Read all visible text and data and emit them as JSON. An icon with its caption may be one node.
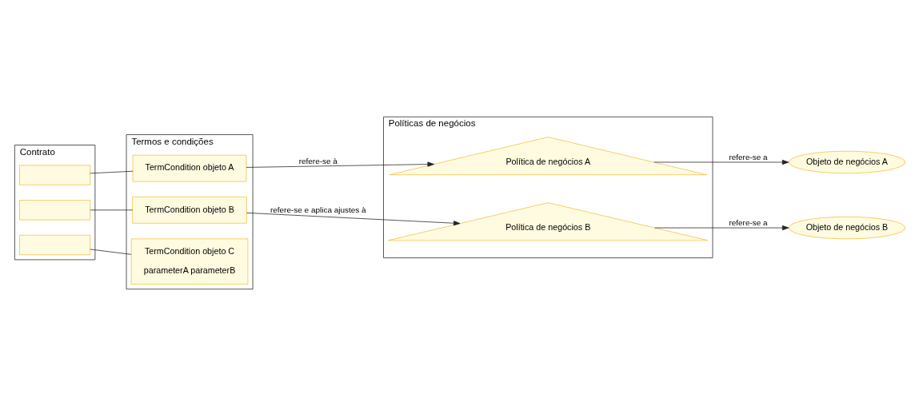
{
  "diagram": {
    "nodes": [
      {
        "text": [
          "Contrato"
        ]
      },
      {
        "text": [],
        "shape": "box",
        "in": 0
      },
      {
        "text": [],
        "shape": "box",
        "in": 0
      },
      {
        "text": [],
        "shape": "box",
        "in": 0
      },
      {
        "text": [
          "Termos e condições"
        ]
      },
      {
        "text": [
          "TermCondition objeto A"
        ],
        "in": 4
      },
      {
        "text": [
          "TermCondition objeto B"
        ],
        "in": 4
      },
      {
        "text": [
          "TermCondition objeto C",
          "parameterA parameterB"
        ],
        "in": 4
      },
      {
        "text": [
          "Políticas de negócios"
        ]
      },
      {
        "text": [
          "Política de negócios A"
        ],
        "in": 8
      },
      {
        "text": [
          "Política de negócios B"
        ],
        "in": 8
      },
      {
        "text": [
          "Objeto de negócios A"
        ]
      },
      {
        "text": [
          "Objeto de negócios B"
        ]
      }
    ],
    "edges": [
      {
        "from": 1,
        "to": 5,
        "arrow": "none"
      },
      {
        "from": 2,
        "to": 6,
        "arrow": "none"
      },
      {
        "from": 3,
        "to": 7,
        "arrow": "none"
      },
      {
        "from": 5,
        "to": 9,
        "arrow": "to",
        "label": "refere-se à"
      },
      {
        "from": 6,
        "to": 10,
        "arrow": "to",
        "label": "refere-se e aplica ajustes à"
      },
      {
        "from": 9,
        "to": 11,
        "arrow": "to",
        "label": "refere-se a"
      },
      {
        "from": 10,
        "to": 12,
        "arrow": "to",
        "label": "refere-se a"
      }
    ]
  }
}
